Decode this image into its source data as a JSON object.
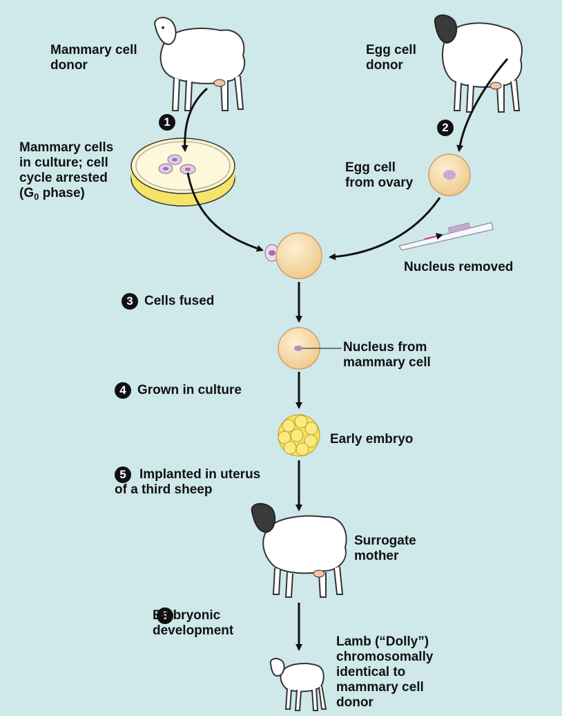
{
  "labels": {
    "mammary_donor": "Mammary cell\ndonor",
    "egg_donor": "Egg cell\ndonor",
    "mammary_culture_pre": "Mammary cells\nin culture; cell\ncycle arrested\n(G",
    "mammary_culture_sub": "0",
    "mammary_culture_post": " phase)",
    "egg_from_ovary": "Egg cell\nfrom ovary",
    "nucleus_removed": "Nucleus removed",
    "cells_fused": "Cells fused",
    "nucleus_from_mammary": "Nucleus from\nmammary cell",
    "grown_in_culture": "Grown in culture",
    "early_embryo": "Early embryo",
    "implanted": "Implanted in uterus\nof a third sheep",
    "surrogate": "Surrogate\nmother",
    "embryonic_dev": "Embryonic\ndevelopment",
    "lamb": "Lamb (“Dolly”)\nchromosomally\nidentical to\nmammary cell\ndonor"
  },
  "steps": [
    "1",
    "2",
    "3",
    "4",
    "5",
    "6"
  ],
  "colors": {
    "background": "#cfe8ea",
    "egg_fill": "#f7dca8",
    "nucleus": "#c9a8d8",
    "dish_yellow": "#f5e36a",
    "sheep_wool": "#ffffff",
    "sheep_face_dark": "#3a3a3a",
    "embryo_yellow": "#f8e25a"
  },
  "icons": [
    "white-faced-sheep-icon",
    "black-faced-sheep-icon",
    "petri-dish-icon",
    "pipette-icon",
    "lamb-icon"
  ]
}
